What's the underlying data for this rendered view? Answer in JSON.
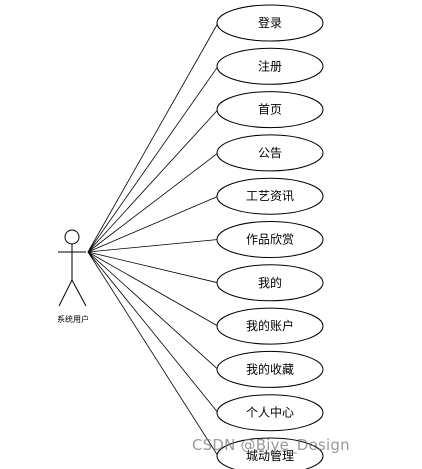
{
  "actor": {
    "label": "系统用户"
  },
  "use_cases": [
    {
      "label": "登录"
    },
    {
      "label": "注册"
    },
    {
      "label": "首页"
    },
    {
      "label": "公告"
    },
    {
      "label": "工艺资讯"
    },
    {
      "label": "作品欣赏"
    },
    {
      "label": "我的"
    },
    {
      "label": "我的账户"
    },
    {
      "label": "我的收藏"
    },
    {
      "label": "个人中心"
    },
    {
      "label": "城动管理"
    }
  ],
  "watermark": "CSDN @Biye_Design"
}
